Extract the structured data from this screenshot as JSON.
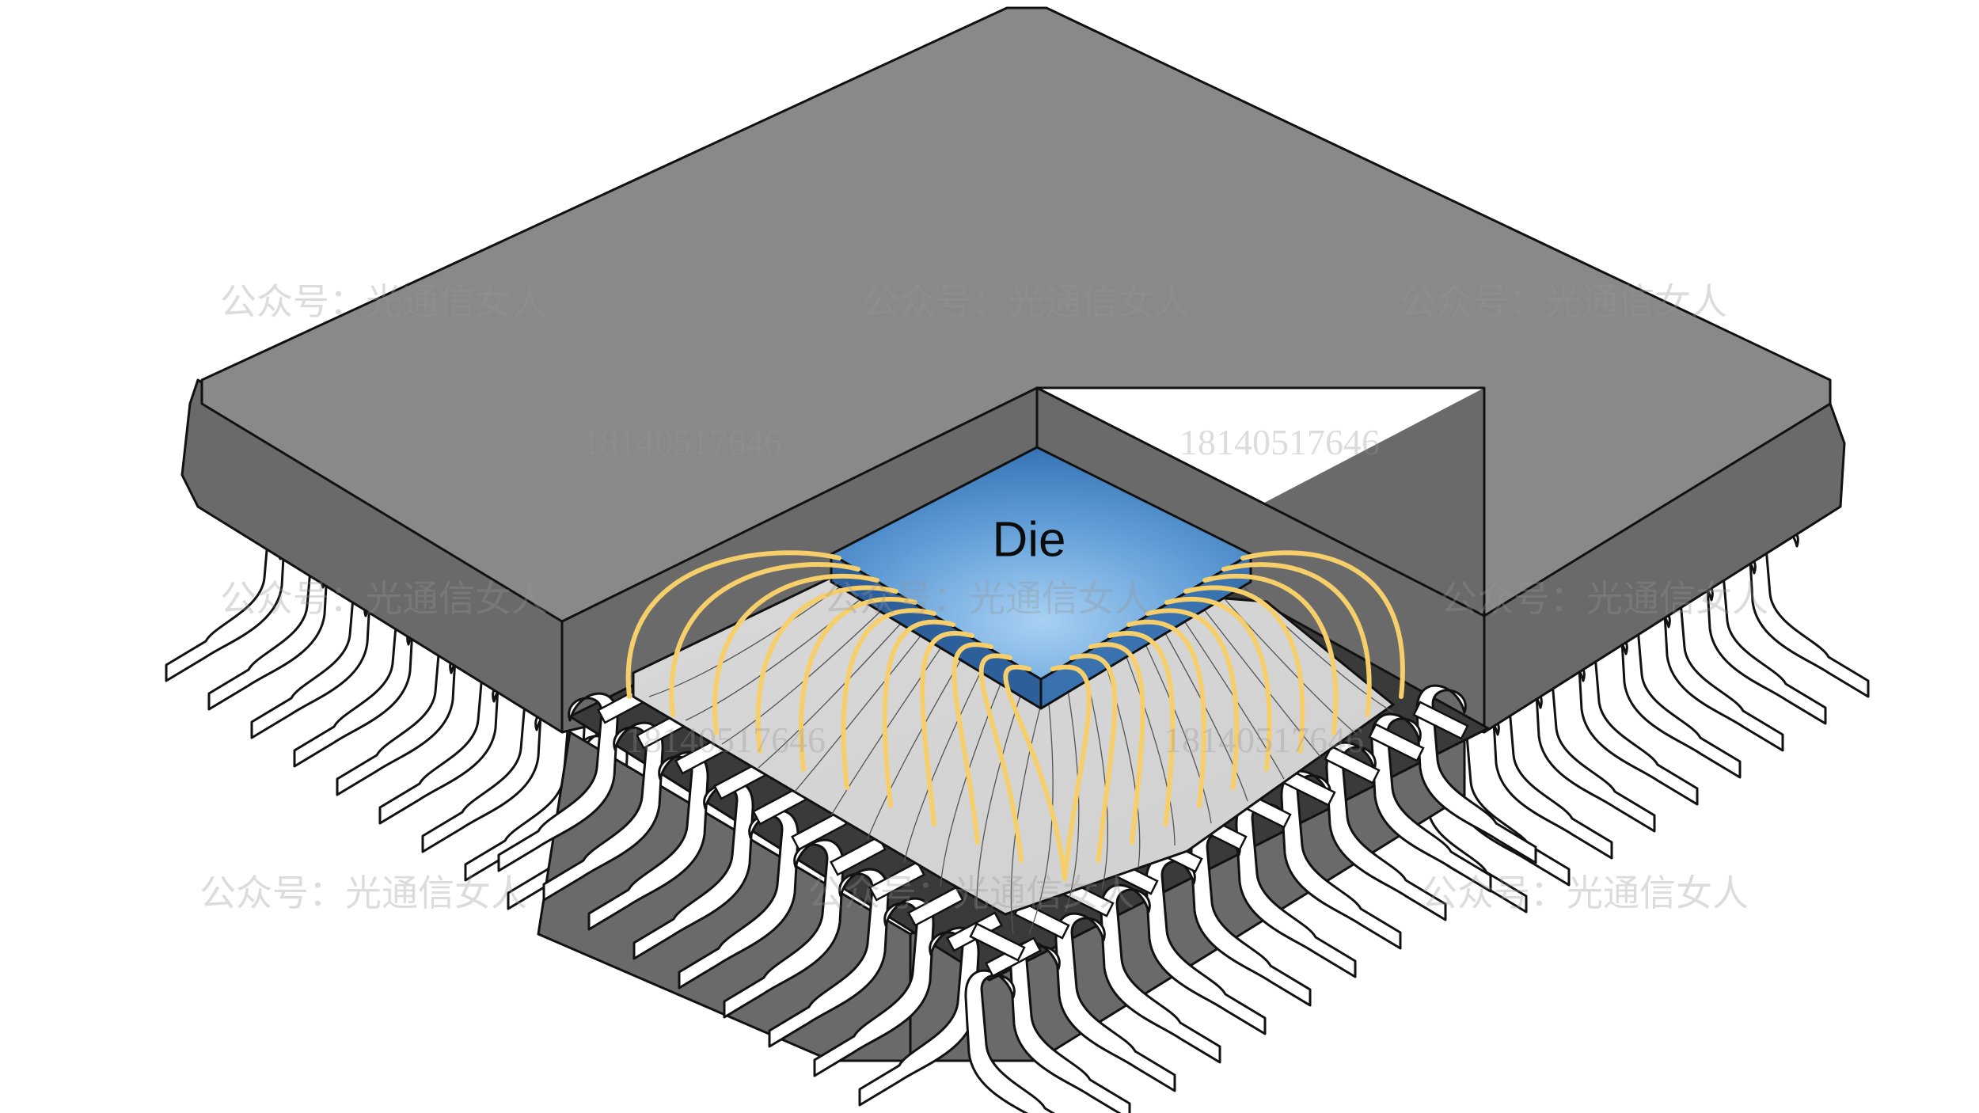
{
  "die_label": "Die",
  "watermarks": {
    "account": "公众号：光通信女人",
    "phone": "18140517646"
  },
  "colors": {
    "package_body": "#898989",
    "package_side": "#6a6a6a",
    "die_blue": "#3d7cc0",
    "die_highlight": "#a8d1f3",
    "substrate": "#d4d4d4",
    "bond_wire": "#f6cf6b",
    "lead": "#ffffff",
    "outline": "#111111"
  },
  "icons": [
    "qfp-chip-illustration",
    "die-icon",
    "bond-wire-icon",
    "lead-pin-icon"
  ]
}
